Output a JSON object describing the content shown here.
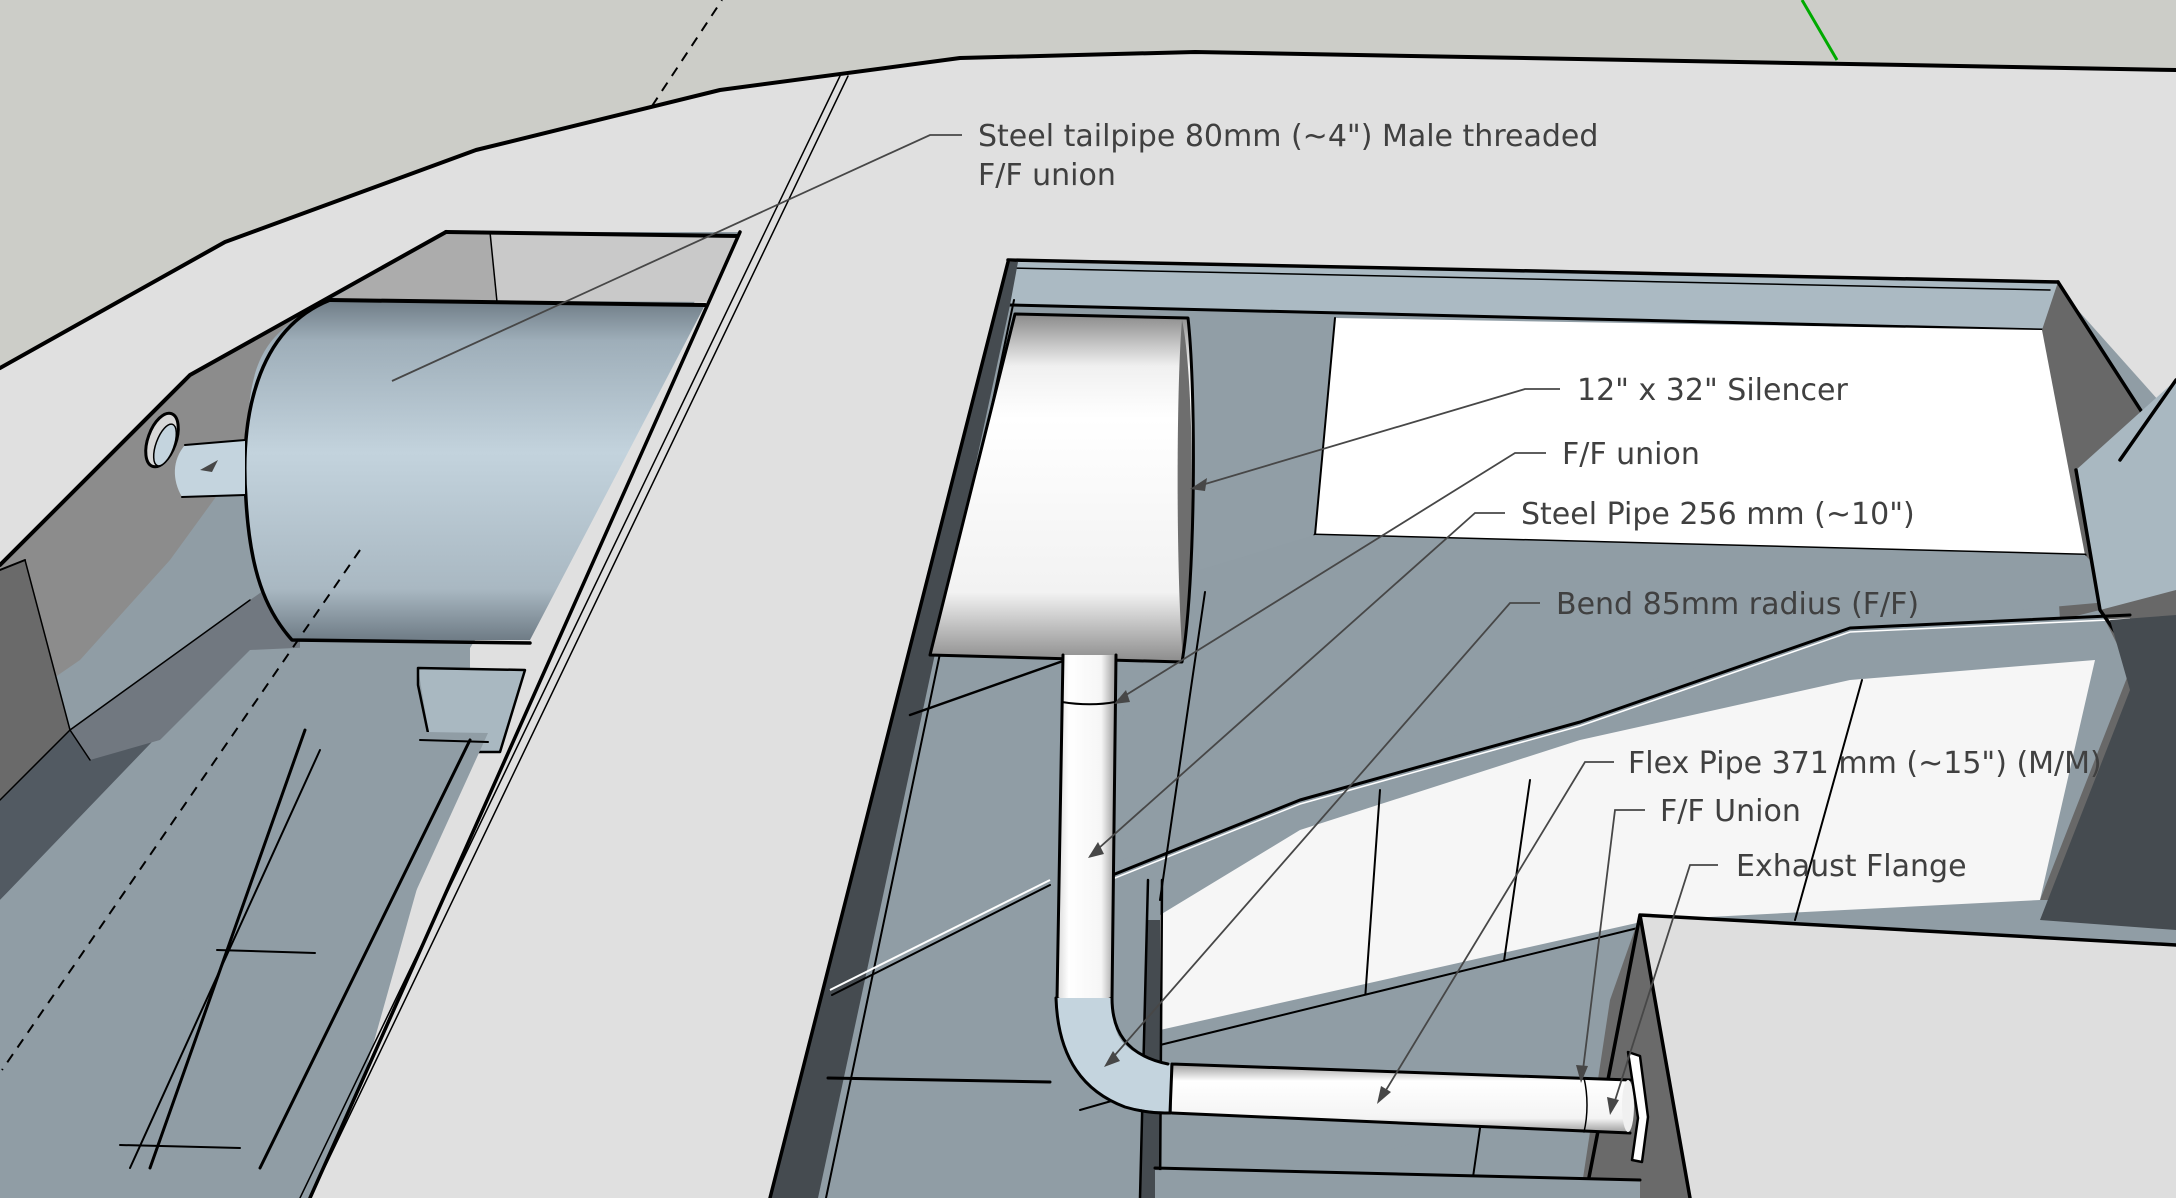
{
  "viewport": {
    "app_context": "3D model viewport",
    "colors": {
      "sky": "#cccdc8",
      "deck": "#e0e0e0",
      "hull_interior": "#909da5",
      "hull_interior_light": "#a9b8c1",
      "dark_wall": "#454b50",
      "silencer_left": "#bccdd8",
      "pipe_white": "#ffffff",
      "bend_blue": "#c4d4de",
      "axis_green": "#00aa00",
      "label_text": "#404040"
    }
  },
  "annotations": [
    {
      "id": "tailpipe",
      "line1": "Steel tailpipe 80mm (~4\") Male threaded",
      "line2": "F/F union"
    },
    {
      "id": "silencer",
      "text": "12\" x 32\" Silencer"
    },
    {
      "id": "ff-union-top",
      "text": "F/F union"
    },
    {
      "id": "steel-pipe",
      "text": "Steel Pipe 256 mm (~10\")"
    },
    {
      "id": "bend",
      "text": "Bend 85mm radius (F/F)"
    },
    {
      "id": "flex-pipe",
      "text": "Flex Pipe 371 mm (~15\") (M/M)"
    },
    {
      "id": "ff-union-bottom",
      "text": "F/F Union"
    },
    {
      "id": "exhaust-flange",
      "text": "Exhaust Flange"
    }
  ]
}
